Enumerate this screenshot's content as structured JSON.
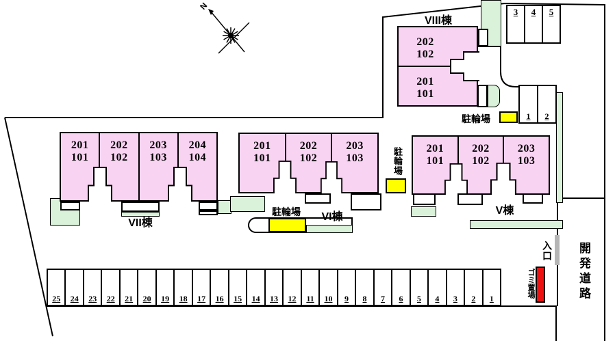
{
  "compass": {
    "north_label": "N"
  },
  "buildings": [
    {
      "name": "VIII棟",
      "units": [
        {
          "upper": "202",
          "lower": "102"
        },
        {
          "upper": "201",
          "lower": "101"
        }
      ]
    },
    {
      "name": "VII棟",
      "units": [
        {
          "upper": "201",
          "lower": "101"
        },
        {
          "upper": "202",
          "lower": "102"
        },
        {
          "upper": "203",
          "lower": "103"
        },
        {
          "upper": "204",
          "lower": "104"
        }
      ]
    },
    {
      "name": "VI棟",
      "units": [
        {
          "upper": "201",
          "lower": "101"
        },
        {
          "upper": "202",
          "lower": "102"
        },
        {
          "upper": "203",
          "lower": "103"
        }
      ]
    },
    {
      "name": "V棟",
      "units": [
        {
          "upper": "201",
          "lower": "101"
        },
        {
          "upper": "202",
          "lower": "102"
        },
        {
          "upper": "203",
          "lower": "103"
        }
      ]
    }
  ],
  "parking": {
    "main_row": [
      "25",
      "24",
      "23",
      "22",
      "21",
      "20",
      "19",
      "18",
      "17",
      "16",
      "15",
      "14",
      "13",
      "12",
      "11",
      "10",
      "9",
      "8",
      "7",
      "6",
      "5",
      "4",
      "3",
      "2",
      "1"
    ],
    "north_spaces": [
      "3",
      "4",
      "5"
    ],
    "east_spaces": [
      "1",
      "2"
    ]
  },
  "labels": {
    "bicycle_parking": "駐輪場",
    "entrance": "入口",
    "garbage_area": "ゴミ置場",
    "development_road": "開発道路"
  },
  "colors": {
    "building_fill": "#f8d3f2",
    "green_fill": "#daf2da",
    "yellow_fill": "#ffff00",
    "red_fill": "#ee1111",
    "gray_fill": "#b5b5b5",
    "line_color": "#000000"
  }
}
